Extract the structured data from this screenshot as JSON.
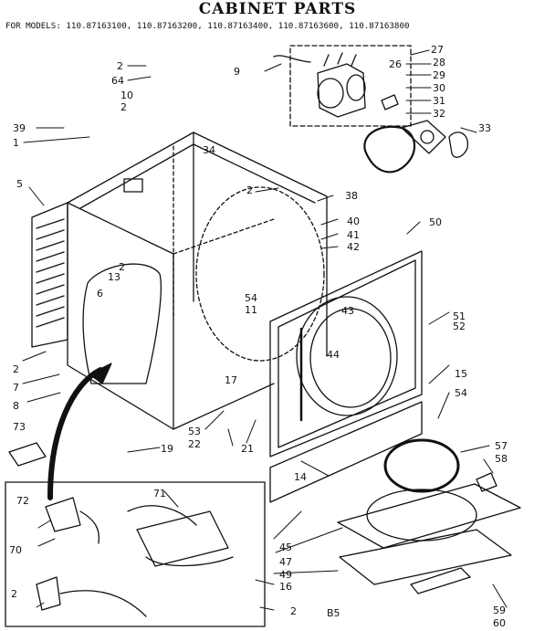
{
  "header": {
    "title": "CABINET PARTS",
    "models": "FOR MODELS: 110.87163100, 110.87163200, 110.87163400, 110.87163600, 110.87163800"
  },
  "callouts": {
    "c1": "1",
    "c2": "2",
    "c5": "5",
    "c6": "6",
    "c7": "7",
    "c8": "8",
    "c9": "9",
    "c10": "10",
    "c11": "11",
    "c13": "13",
    "c14": "14",
    "c15": "15",
    "c16": "16",
    "c17": "17",
    "c19": "19",
    "c21": "21",
    "c22": "22",
    "c26": "26",
    "c27": "27",
    "c28": "28",
    "c29": "29",
    "c30": "30",
    "c31": "31",
    "c32": "32",
    "c33": "33",
    "c34": "34",
    "c38": "38",
    "c39": "39",
    "c40": "40",
    "c41": "41",
    "c42": "42",
    "c43": "43",
    "c44": "44",
    "c45": "45",
    "c47": "47",
    "c49": "49",
    "c50": "50",
    "c51": "51",
    "c52": "52",
    "c53": "53",
    "c54": "54",
    "c57": "57",
    "c58": "58",
    "c59": "59",
    "c60": "60",
    "c64": "64",
    "c70": "70",
    "c71": "71",
    "c72": "72",
    "c73": "73"
  },
  "footer": {
    "page_code": "B5"
  }
}
